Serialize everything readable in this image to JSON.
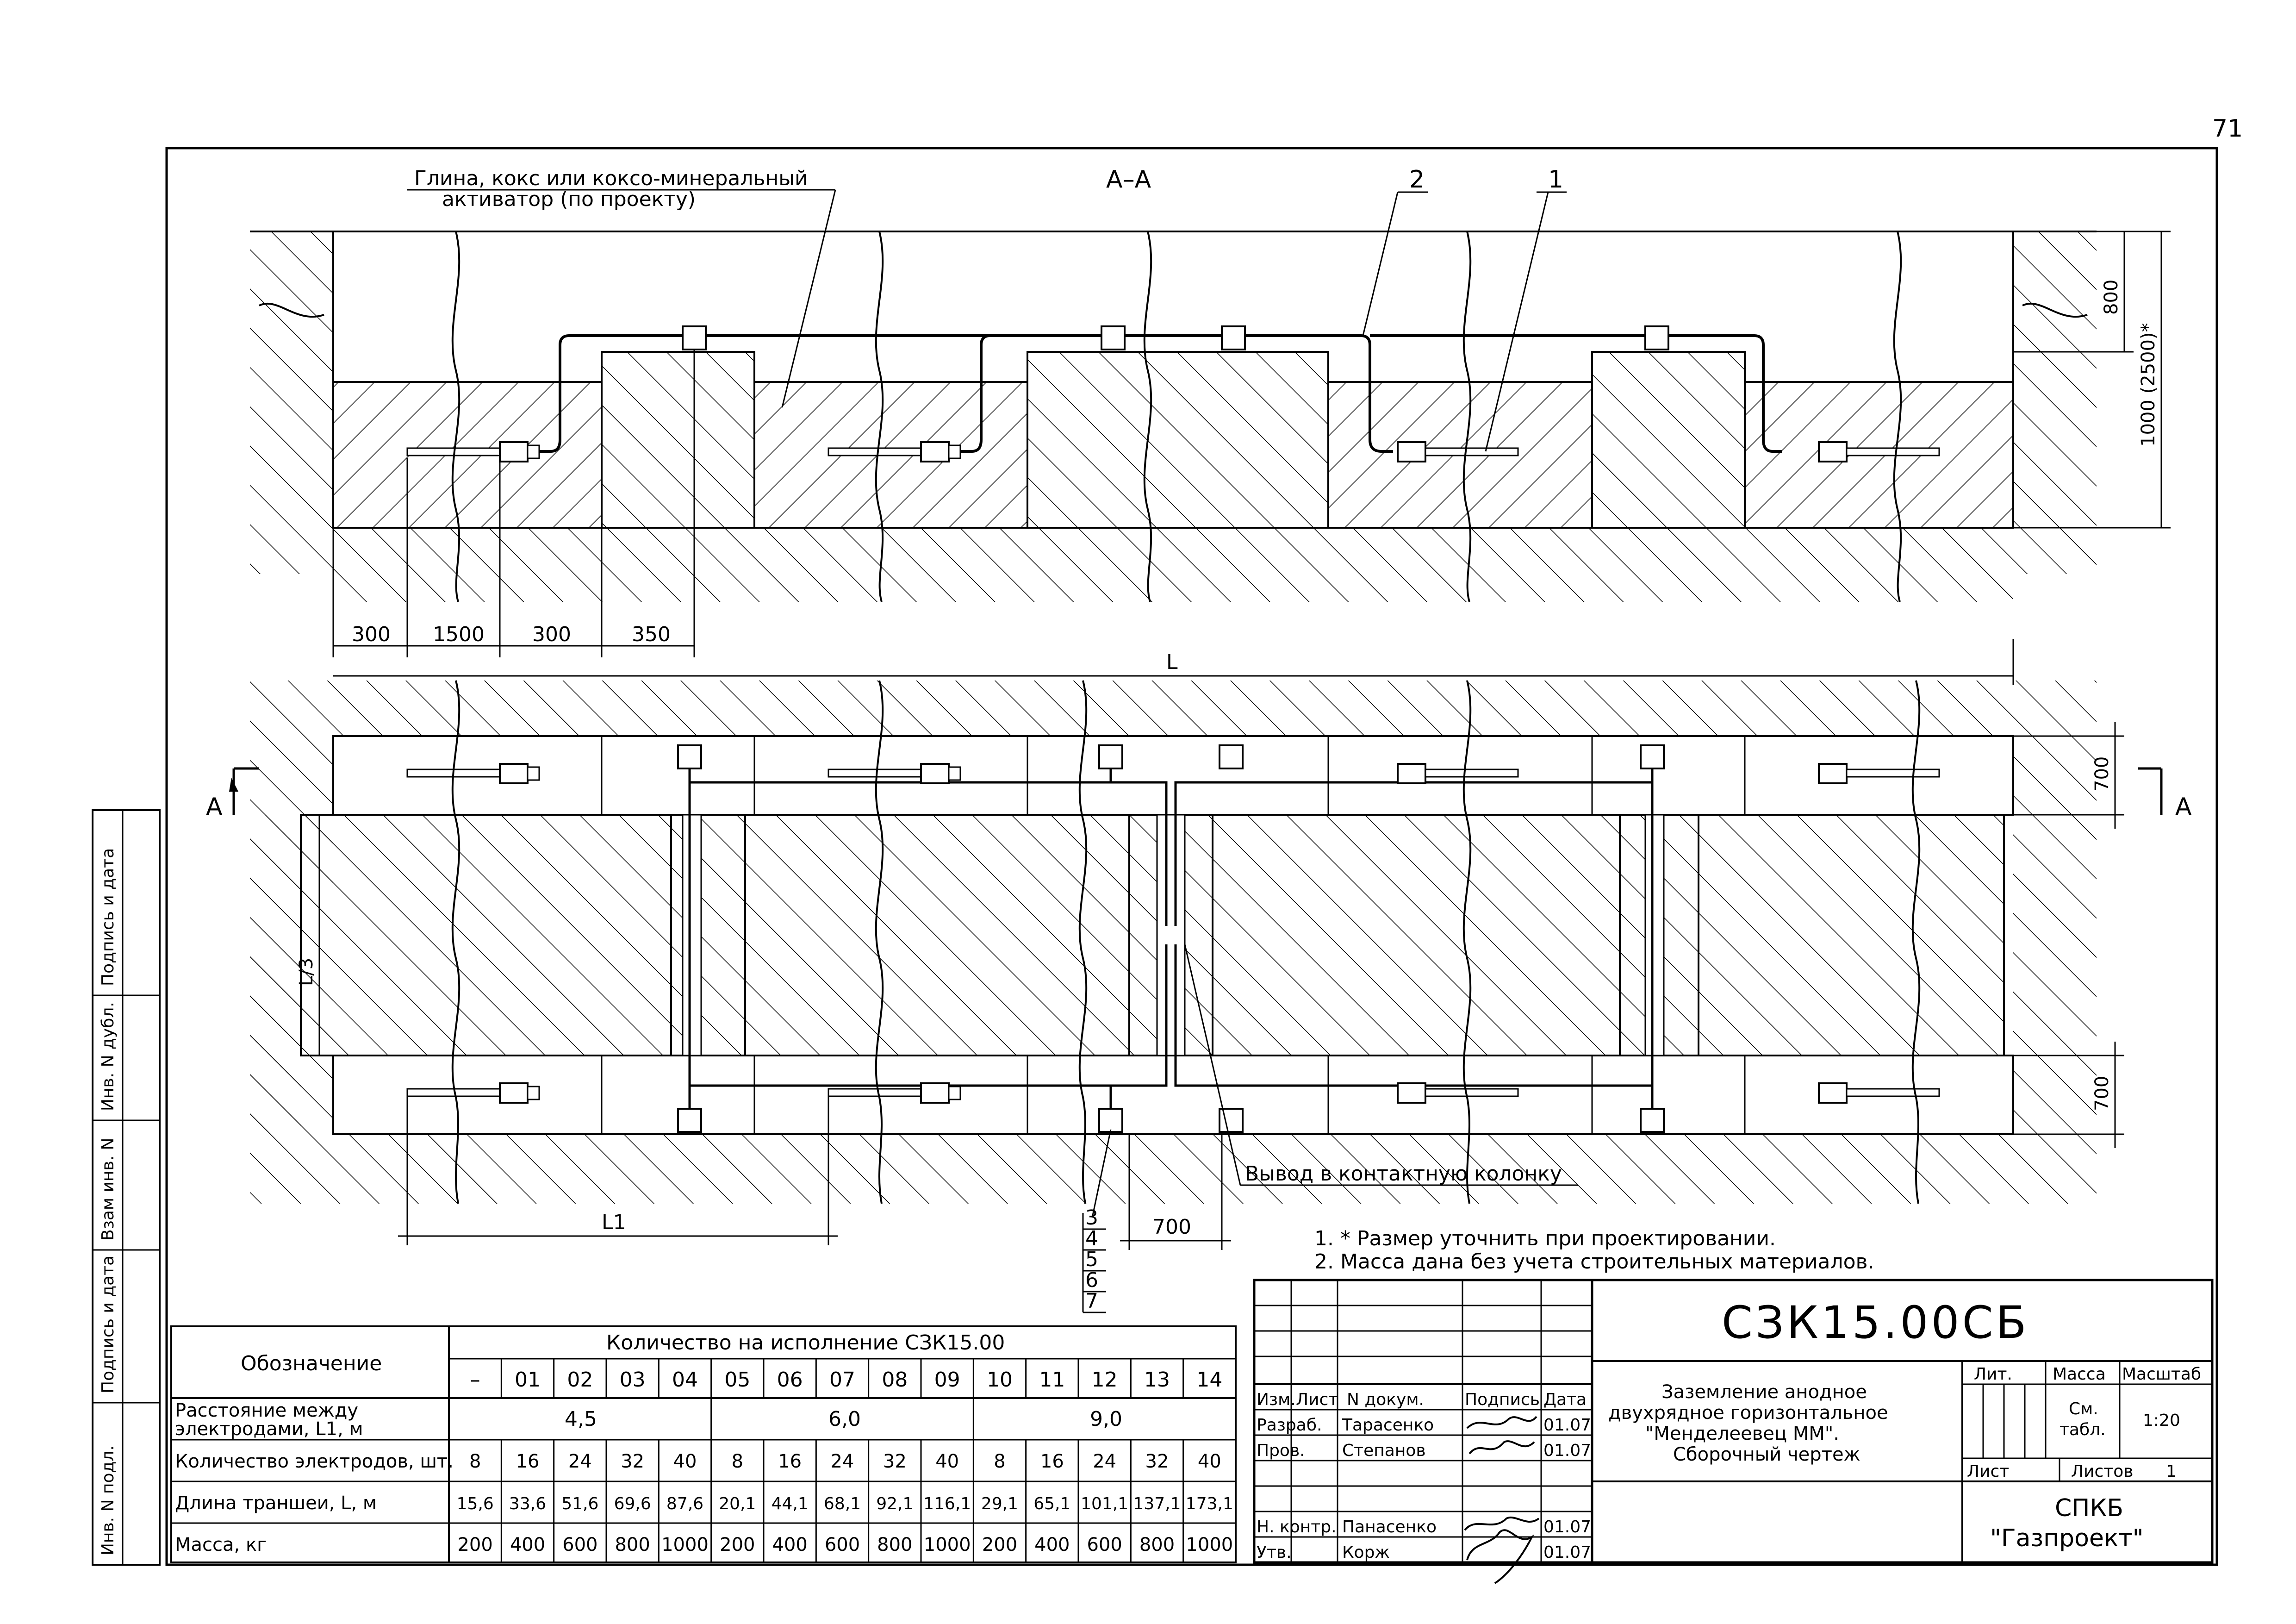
{
  "page_number": "71",
  "section_label": "А–А",
  "section_marker": "А",
  "callouts": {
    "material_line1": "Глина, кокс или коксо-минеральный",
    "material_line2": "активатор (по проекту)",
    "pos_1": "1",
    "pos_2": "2",
    "pos_3": "3",
    "pos_4": "4",
    "pos_5": "5",
    "pos_6": "6",
    "pos_7": "7",
    "outlet": "Вывод в контактную колонку"
  },
  "dimensions": {
    "d300a": "300",
    "d1500": "1500",
    "d300b": "300",
    "d350": "350",
    "L": "L",
    "L1": "L1",
    "L3": "L/3",
    "d700_bottom": "700",
    "d800": "800",
    "d1000": "1000 (2500)*",
    "d700_right_top": "700",
    "d700_right_bottom": "700"
  },
  "notes": [
    "1. * Размер уточнить при проектировании.",
    "2. Масса дана без учета строительных материалов."
  ],
  "spec_table": {
    "col_header": "Обозначение",
    "group_header": "Количество на исполнение СЗК15.00",
    "variants": [
      "–",
      "01",
      "02",
      "03",
      "04",
      "05",
      "06",
      "07",
      "08",
      "09",
      "10",
      "11",
      "12",
      "13",
      "14"
    ],
    "row_distance": {
      "label_line1": "Расстояние между",
      "label_line2": "электродами, L1, м",
      "groups": [
        "4,5",
        "6,0",
        "9,0"
      ]
    },
    "rows": [
      {
        "label": "Количество электродов, шт.",
        "values": [
          "8",
          "16",
          "24",
          "32",
          "40",
          "8",
          "16",
          "24",
          "32",
          "40",
          "8",
          "16",
          "24",
          "32",
          "40"
        ]
      },
      {
        "label": "Длина траншеи, L, м",
        "values": [
          "15,6",
          "33,6",
          "51,6",
          "69,6",
          "87,6",
          "20,1",
          "44,1",
          "68,1",
          "92,1",
          "116,1",
          "29,1",
          "65,1",
          "101,1",
          "137,1",
          "173,1"
        ]
      },
      {
        "label": "Масса, кг",
        "values": [
          "200",
          "400",
          "600",
          "800",
          "1000",
          "200",
          "400",
          "600",
          "800",
          "1000",
          "200",
          "400",
          "600",
          "800",
          "1000"
        ]
      }
    ]
  },
  "title_block": {
    "code": "СЗК15.00СБ",
    "title_lines": [
      "Заземление анодное",
      "двухрядное горизонтальное",
      "\"Менделеевец ММ\".",
      "Сборочный чертеж"
    ],
    "hdr_izm": "Изм.",
    "hdr_list": "Лист",
    "hdr_ndoc": "N докум.",
    "hdr_sign": "Подпись",
    "hdr_date": "Дата",
    "people": [
      {
        "role": "Разраб.",
        "name": "Тарасенко",
        "date": "01.07"
      },
      {
        "role": "Пров.",
        "name": "Степанов",
        "date": "01.07"
      },
      {
        "role": "Н. контр.",
        "name": "Панасенко",
        "date": "01.07"
      },
      {
        "role": "Утв.",
        "name": "Корж",
        "date": "01.07"
      }
    ],
    "lit": "Лит.",
    "massa": "Масса",
    "masshtab": "Масштаб",
    "mass_value_line1": "См.",
    "mass_value_line2": "табл.",
    "scale": "1:20",
    "sheet": "Лист",
    "sheets": "Листов",
    "sheets_count": "1",
    "org_line1": "СПКБ",
    "org_line2": "\"Газпроект\""
  },
  "side_stamp": [
    "Инв. N подл.",
    "Подпись и дата",
    "Взам инв. N",
    "Инв. N дубл.",
    "Подпись и дата"
  ]
}
